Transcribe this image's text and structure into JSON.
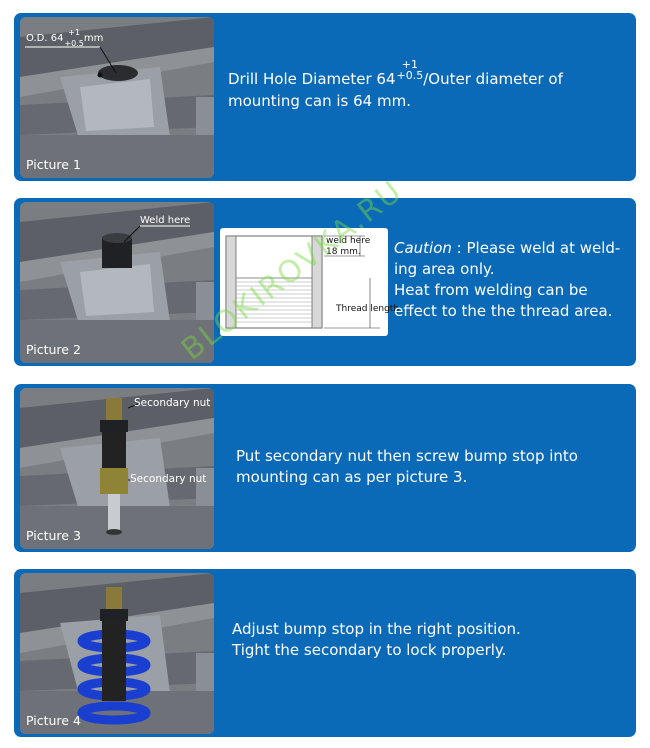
{
  "panels": [
    {
      "caption": "Picture 1",
      "label_od": "O.D. 64",
      "label_od_tol_upper": "+1",
      "label_od_tol_lower": "+0.5",
      "label_od_unit": "mm",
      "text_main": "Drill Hole Diameter 64",
      "text_tol_upper": "+1",
      "text_tol_lower": "+0.5",
      "text_rest": "/Outer diameter of",
      "text_line2": "mounting can is 64 mm."
    },
    {
      "caption": "Picture 2",
      "label_weld": "Weld here",
      "diagram_weld_here": "weld here",
      "diagram_weld_dim": "18 mm.",
      "diagram_thread_length": "Thread length",
      "caution_word": "Caution",
      "caution_rest": " : Please weld at weld-",
      "line2": "ing area only.",
      "line3": "Heat from welding can be",
      "line4": "effect to the the thread area."
    },
    {
      "caption": "Picture 3",
      "label_nut_top": "Secondary nut",
      "label_nut_bottom": "Secondary nut",
      "line1": "Put secondary nut then screw bump stop into",
      "line2": "mounting can as per picture 3."
    },
    {
      "caption": "Picture 4",
      "line1": "Adjust bump stop in the right position.",
      "line2": "Tight the secondary to lock properly."
    }
  ],
  "watermark": "BLOKIROVKA.RU",
  "colors": {
    "panel": "#0b6ab8",
    "watermark": "#78dc3c"
  }
}
